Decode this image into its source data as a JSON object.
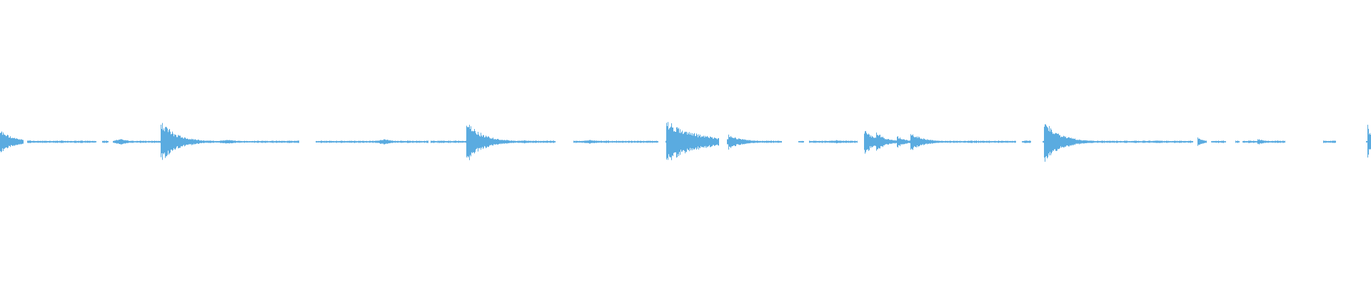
{
  "waveform": {
    "color": "#5aabe0",
    "background": "#ffffff",
    "segments": [
      {
        "start": 0.0,
        "end": 0.017
      },
      {
        "start": 0.0195,
        "end": 0.07
      },
      {
        "start": 0.074,
        "end": 0.079
      },
      {
        "start": 0.082,
        "end": 0.12
      },
      {
        "start": 0.117,
        "end": 0.218
      },
      {
        "start": 0.23,
        "end": 0.312
      },
      {
        "start": 0.314,
        "end": 0.34
      },
      {
        "start": 0.34,
        "end": 0.373
      },
      {
        "start": 0.373,
        "end": 0.405
      },
      {
        "start": 0.418,
        "end": 0.48
      },
      {
        "start": 0.485,
        "end": 0.524
      },
      {
        "start": 0.53,
        "end": 0.57
      },
      {
        "start": 0.582,
        "end": 0.586
      },
      {
        "start": 0.59,
        "end": 0.625
      },
      {
        "start": 0.63,
        "end": 0.737
      },
      {
        "start": 0.737,
        "end": 0.741
      },
      {
        "start": 0.745,
        "end": 0.752
      },
      {
        "start": 0.76,
        "end": 0.87
      },
      {
        "start": 0.873,
        "end": 0.88
      },
      {
        "start": 0.883,
        "end": 0.894
      },
      {
        "start": 0.901,
        "end": 0.904
      },
      {
        "start": 0.906,
        "end": 0.937
      },
      {
        "start": 0.965,
        "end": 0.974
      },
      {
        "start": 0.996,
        "end": 1.0
      }
    ],
    "transients": [
      {
        "pos": 0.0,
        "amp": 0.045,
        "decay": 0.01
      },
      {
        "pos": 0.117,
        "amp": 0.08,
        "decay": 0.012
      },
      {
        "pos": 0.34,
        "amp": 0.08,
        "decay": 0.012
      },
      {
        "pos": 0.4855,
        "amp": 0.085,
        "decay": 0.022
      },
      {
        "pos": 0.531,
        "amp": 0.03,
        "decay": 0.01
      },
      {
        "pos": 0.63,
        "amp": 0.05,
        "decay": 0.008
      },
      {
        "pos": 0.639,
        "amp": 0.035,
        "decay": 0.008
      },
      {
        "pos": 0.654,
        "amp": 0.025,
        "decay": 0.006
      },
      {
        "pos": 0.664,
        "amp": 0.035,
        "decay": 0.01
      },
      {
        "pos": 0.761,
        "amp": 0.08,
        "decay": 0.012
      },
      {
        "pos": 0.873,
        "amp": 0.02,
        "decay": 0.004
      },
      {
        "pos": 0.917,
        "amp": 0.012,
        "decay": 0.006
      },
      {
        "pos": 0.997,
        "amp": 0.075,
        "decay": 0.003
      }
    ],
    "swells": [
      {
        "pos": 0.088,
        "amp": 0.01,
        "width": 0.01
      },
      {
        "pos": 0.166,
        "amp": 0.008,
        "width": 0.012
      },
      {
        "pos": 0.28,
        "amp": 0.01,
        "width": 0.01
      },
      {
        "pos": 0.382,
        "amp": 0.006,
        "width": 0.008
      },
      {
        "pos": 0.43,
        "amp": 0.007,
        "width": 0.012
      },
      {
        "pos": 0.61,
        "amp": 0.006,
        "width": 0.01
      },
      {
        "pos": 0.844,
        "amp": 0.005,
        "width": 0.01
      },
      {
        "pos": 0.965,
        "amp": 0.004,
        "width": 0.006
      }
    ],
    "noise_floor": 0.003
  }
}
